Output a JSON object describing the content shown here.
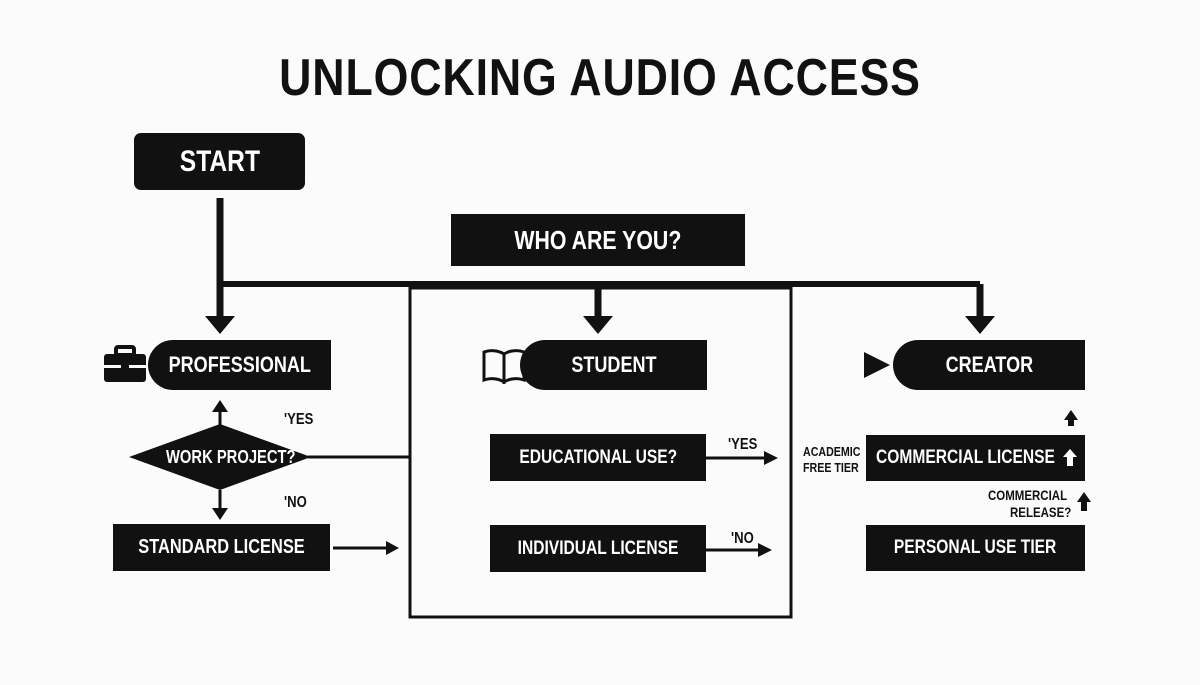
{
  "title": "UNLOCKING AUDIO ACCESS",
  "start": "START",
  "question": "WHO ARE YOU?",
  "professional": {
    "label": "PROFESSIONAL",
    "icon": "briefcase-icon",
    "decision": "WORK PROJECT?",
    "yes": "'YES",
    "no": "'NO",
    "result": "STANDARD LICENSE"
  },
  "student": {
    "label": "STUDENT",
    "icon": "book-icon",
    "decision": "EDUCATIONAL USE?",
    "yes": "'YES",
    "no": "'NO",
    "result": "INDIVIDUAL LICENSE"
  },
  "creator": {
    "label": "CREATOR",
    "icon": "play-icon",
    "academic": [
      "ACADEMIC",
      "FREE TIER"
    ],
    "commercial_license": "COMMERCIAL LICENSE",
    "commercial_release": [
      "COMMERCIAL",
      "RELEASE?"
    ],
    "personal": "PERSONAL USE TIER"
  }
}
